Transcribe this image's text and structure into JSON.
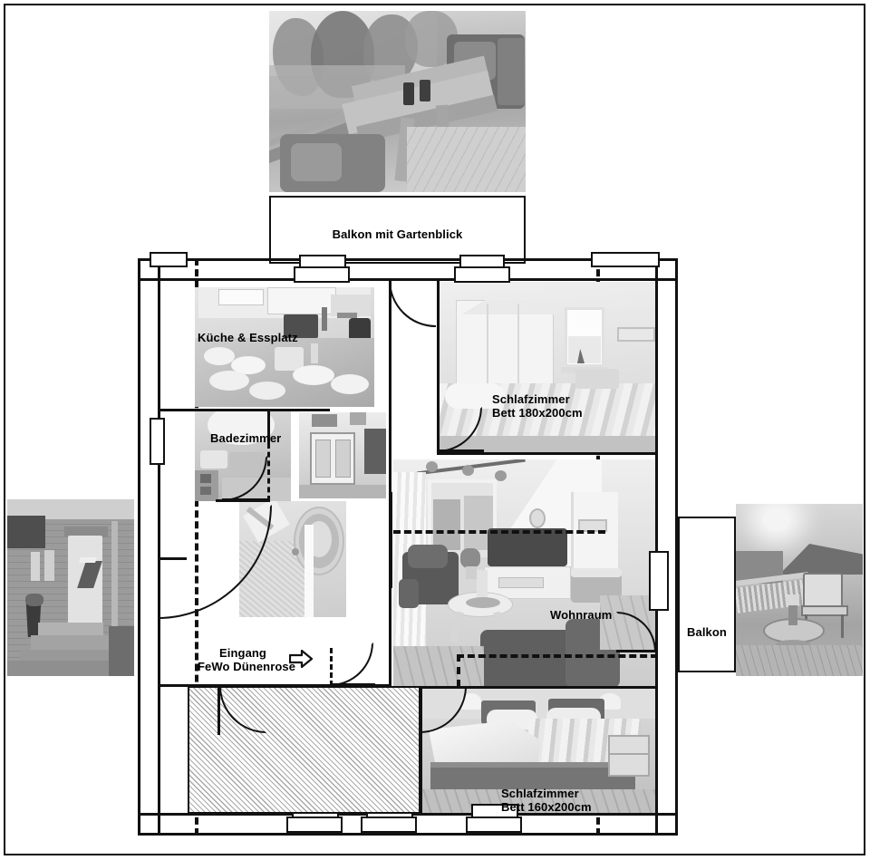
{
  "document": {
    "kind": "floor-plan",
    "title": "FeWo Dünenrose Grundriss"
  },
  "rooms": [
    {
      "id": "balkon-garten",
      "label": "Balkon mit Gartenblick"
    },
    {
      "id": "kueche",
      "label": "Küche & Essplatz"
    },
    {
      "id": "badezimmer",
      "label": "Badezimmer"
    },
    {
      "id": "schlafzimmer-1",
      "label": "Schlafzimmer\nBett 180x200cm"
    },
    {
      "id": "wohnraum",
      "label": "Wohnraum"
    },
    {
      "id": "balkon",
      "label": "Balkon"
    },
    {
      "id": "eingang",
      "label": "Eingang\nFeWo Dünenrose"
    },
    {
      "id": "schlafzimmer-2",
      "label": "Schlafzimmer\nBett 160x200cm"
    }
  ],
  "labels": {
    "balkon_gartenblick": "Balkon mit Gartenblick",
    "kueche_essplatz": "Küche & Essplatz",
    "badezimmer": "Badezimmer",
    "schlafzimmer_180_line1": "Schlafzimmer",
    "schlafzimmer_180_line2": "Bett 180x200cm",
    "wohnraum": "Wohnraum",
    "balkon": "Balkon",
    "eingang_line1": "Eingang",
    "eingang_line2": "FeWo Dünenrose",
    "schlafzimmer_160_line1": "Schlafzimmer",
    "schlafzimmer_160_line2": "Bett 160x200cm"
  },
  "photos": [
    {
      "id": "photo-terrace-top",
      "name": "terrace-with-table-photo"
    },
    {
      "id": "photo-kitchen",
      "name": "kitchen-dining-photo"
    },
    {
      "id": "photo-bathroom",
      "name": "bathroom-photo"
    },
    {
      "id": "photo-cabinet",
      "name": "display-cabinet-photo"
    },
    {
      "id": "photo-stairs",
      "name": "spiral-staircase-photo"
    },
    {
      "id": "photo-bedroom-180",
      "name": "bedroom-180-photo"
    },
    {
      "id": "photo-livingroom",
      "name": "living-room-photo"
    },
    {
      "id": "photo-bedroom-160",
      "name": "bedroom-160-photo"
    },
    {
      "id": "photo-house-entrance",
      "name": "house-entrance-photo"
    },
    {
      "id": "photo-balcony-right",
      "name": "balcony-chair-photo"
    }
  ],
  "icons": {
    "entrance_arrow": "arrow-right-icon"
  },
  "colors": {
    "line": "#111111",
    "background": "#ffffff",
    "hatch": "#a9a9a9"
  }
}
